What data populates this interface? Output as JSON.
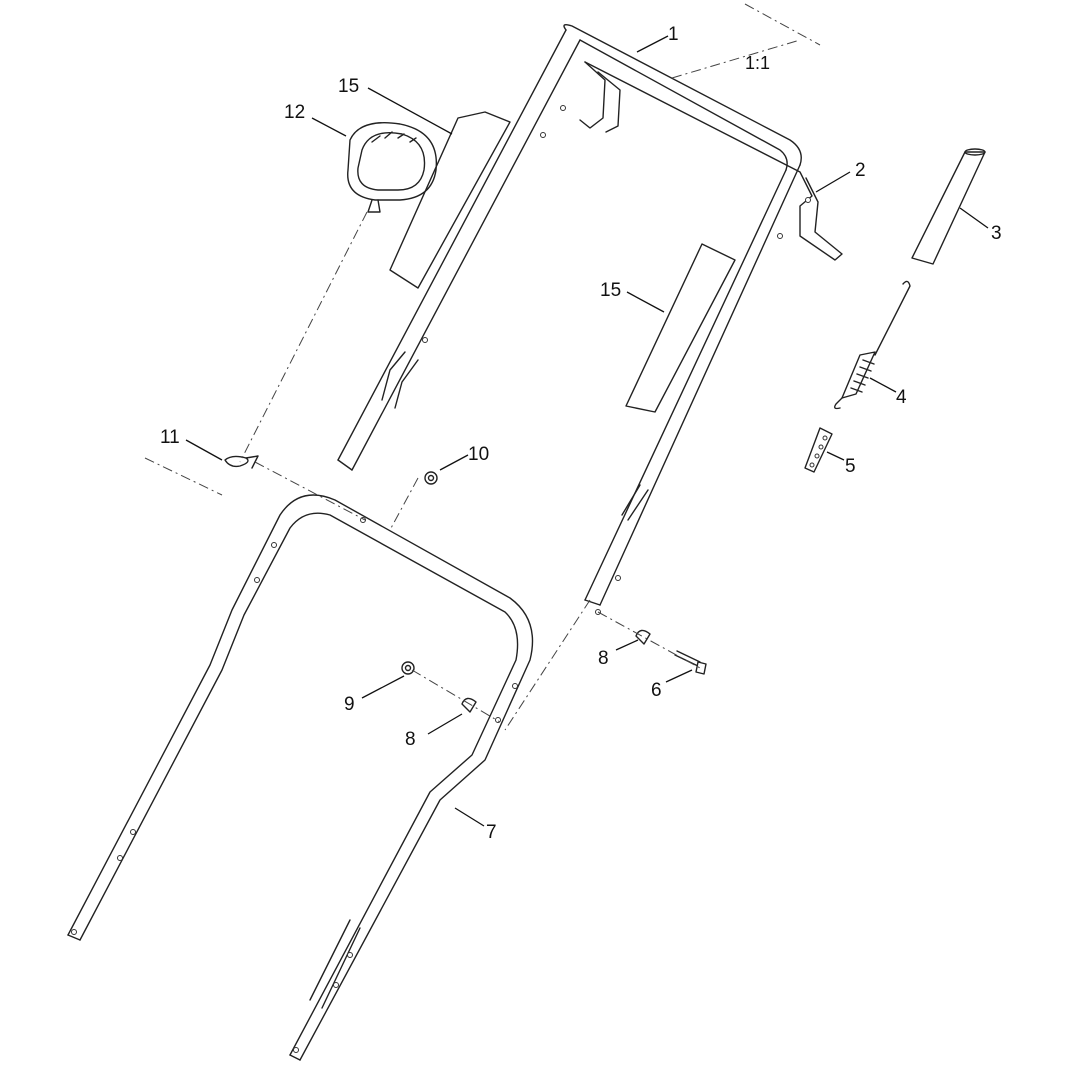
{
  "diagram": {
    "scale_label": "1:1",
    "callouts": [
      {
        "label": "1"
      },
      {
        "label": "2"
      },
      {
        "label": "3"
      },
      {
        "label": "4"
      },
      {
        "label": "5"
      },
      {
        "label": "6"
      },
      {
        "label": "7"
      },
      {
        "label": "8"
      },
      {
        "label": "8"
      },
      {
        "label": "9"
      },
      {
        "label": "10"
      },
      {
        "label": "11"
      },
      {
        "label": "12"
      },
      {
        "label": "15"
      },
      {
        "label": "15"
      }
    ],
    "colors": {
      "line": "#222222",
      "background": "#ffffff"
    }
  }
}
